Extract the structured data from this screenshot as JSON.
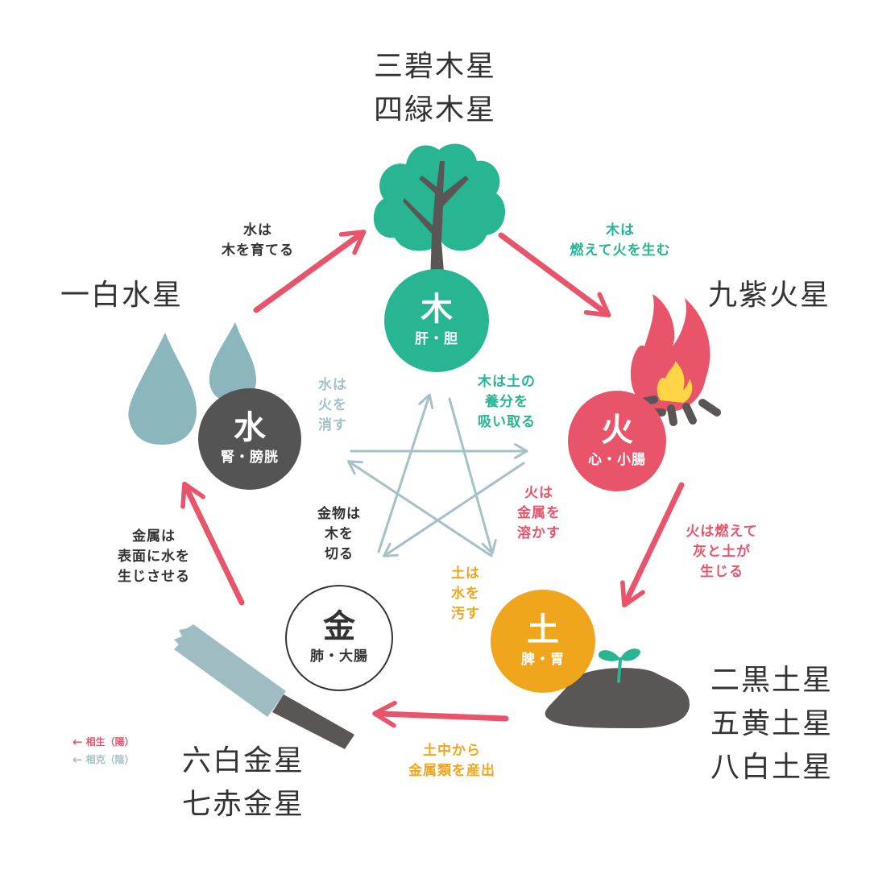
{
  "colors": {
    "wood": "#27b592",
    "fire": "#e8546a",
    "earth": "#f0a61c",
    "metal": "#ffffff",
    "water": "#555454",
    "water_drop": "#8bb6bc",
    "saw_blade": "#9fbcc2",
    "handle": "#5b5656",
    "soil": "#5b5656",
    "trunk": "#5b5656",
    "flame_inner": "#ffd445",
    "sheng": "#e8546a",
    "ke": "#a3c1c6",
    "text_dark": "#333333"
  },
  "stars": {
    "wood": "三碧木星\n四緑木星",
    "fire": "九紫火星",
    "earth": "二黒土星\n五黄土星\n八白土星",
    "metal": "六白金星\n七赤金星",
    "water": "一白水星"
  },
  "elements": {
    "wood": {
      "kanji": "木",
      "organ": "肝・胆"
    },
    "fire": {
      "kanji": "火",
      "organ": "心・小腸"
    },
    "earth": {
      "kanji": "土",
      "organ": "脾・胃"
    },
    "metal": {
      "kanji": "金",
      "organ": "肺・大腸"
    },
    "water": {
      "kanji": "水",
      "organ": "腎・膀胱"
    }
  },
  "generating": {
    "water_wood": "水は\n木を育てる",
    "wood_fire": "木は\n燃えて火を生む",
    "fire_earth": "火は燃えて\n灰と土が\n生じる",
    "earth_metal": "土中から\n金属類を産出",
    "metal_water": "金属は\n表面に水を\n生じさせる"
  },
  "controlling": {
    "water_fire": "水は\n火を\n消す",
    "wood_earth": "木は土の\n養分を\n吸い取る",
    "fire_metal": "火は\n金属を\n溶かす",
    "earth_water": "土は\n水を\n汚す",
    "metal_wood": "金物は\n木を\n切る"
  },
  "legend": {
    "sheng": "相生（陽）",
    "ke": "相克（陰）"
  }
}
